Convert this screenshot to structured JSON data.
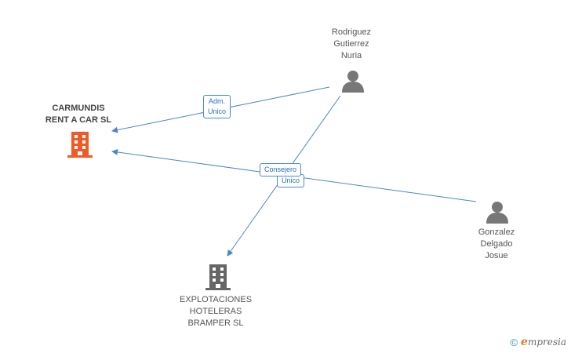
{
  "nodes": {
    "carmundis": {
      "label": "CARMUNDIS\nRENT A CAR SL",
      "type": "company",
      "color": "#f05a28"
    },
    "explotaciones": {
      "label": "EXPLOTACIONES\nHOTELERAS\nBRAMPER SL",
      "type": "company",
      "color": "#666666"
    },
    "rodriguez": {
      "label": "Rodriguez\nGutierrez\nNuria",
      "type": "person",
      "color": "#777777"
    },
    "gonzalez": {
      "label": "Gonzalez\nDelgado\nJosue",
      "type": "person",
      "color": "#777777"
    }
  },
  "edges": {
    "rodriguez_carmundis": {
      "label": "Adm.\nUnico"
    },
    "gonzalez_carmundis": {
      "label": "Consejero"
    },
    "rodriguez_explotaciones": {
      "label": "Unico"
    }
  },
  "colors": {
    "edge": "#4a86cf"
  },
  "footer": {
    "copyright": "©",
    "brand_initial": "e",
    "brand_rest": "mpresia"
  }
}
